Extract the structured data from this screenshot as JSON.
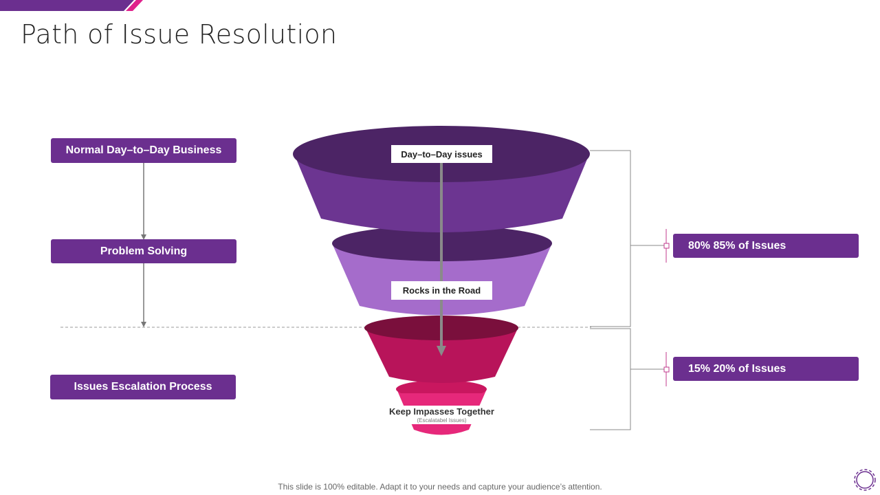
{
  "title": "Path of Issue Resolution",
  "left_steps": [
    "Normal Day–to–Day Business",
    "Problem Solving",
    "Issues  Escalation Process"
  ],
  "funnel": {
    "top_label": "Day–to–Day issues",
    "mid_label": "Rocks in the Road",
    "bottom_label": "Keep Impasses Together",
    "bottom_sub": "(Escalatabel Issues)"
  },
  "right_boxes": [
    "80% 85% of Issues",
    "15% 20% of Issues"
  ],
  "footer": "This slide is 100% editable. Adapt it to your needs and capture your audience’s attention.",
  "colors": {
    "brand_purple": "#6b2f8f",
    "layer1": "#6c3591",
    "layer1_top": "#4c2465",
    "layer2": "#a56ccb",
    "layer2_top": "#4c2465",
    "layer3": "#b8145a",
    "layer3_top": "#7a0f3c",
    "layer4": "#e6287a",
    "accent_pink": "#e0228c"
  }
}
